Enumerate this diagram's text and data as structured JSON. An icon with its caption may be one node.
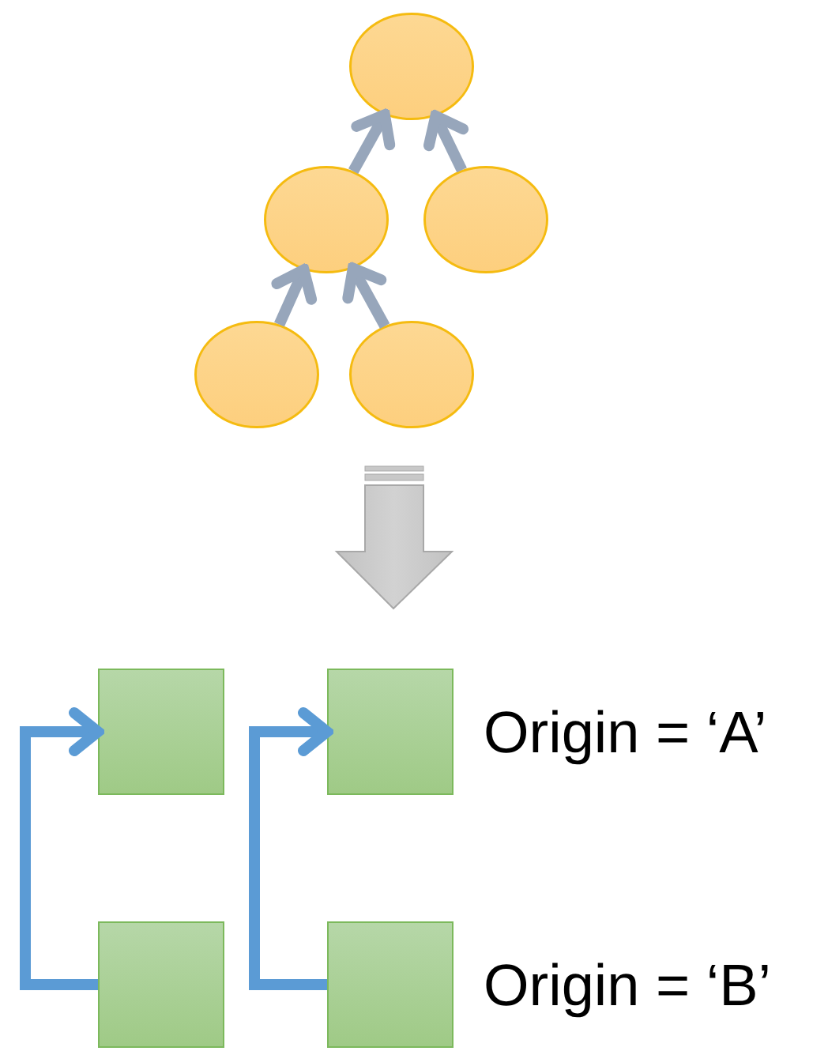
{
  "diagram": {
    "nodes": [
      {
        "text": [],
        "shape": "circle"
      },
      {
        "text": [],
        "shape": "circle"
      },
      {
        "text": [],
        "shape": "circle"
      },
      {
        "text": [],
        "shape": "circle"
      },
      {
        "text": [],
        "shape": "circle"
      },
      {
        "text": [],
        "shape": "box"
      },
      {
        "text": [],
        "shape": "box"
      },
      {
        "text": [],
        "shape": "box"
      },
      {
        "text": [],
        "shape": "box"
      }
    ],
    "edges": [
      {
        "from": 1,
        "to": 0,
        "arrow": "to"
      },
      {
        "from": 2,
        "to": 0,
        "arrow": "to"
      },
      {
        "from": 3,
        "to": 1,
        "arrow": "to"
      },
      {
        "from": 4,
        "to": 1,
        "arrow": "to"
      },
      {
        "from": 7,
        "to": 5,
        "arrow": "to",
        "color": "#5b9bd5"
      },
      {
        "from": 8,
        "to": 6,
        "arrow": "to",
        "color": "#5b9bd5"
      }
    ],
    "labels": [
      "Origin = ‘A’",
      "Origin = ‘B’"
    ]
  }
}
